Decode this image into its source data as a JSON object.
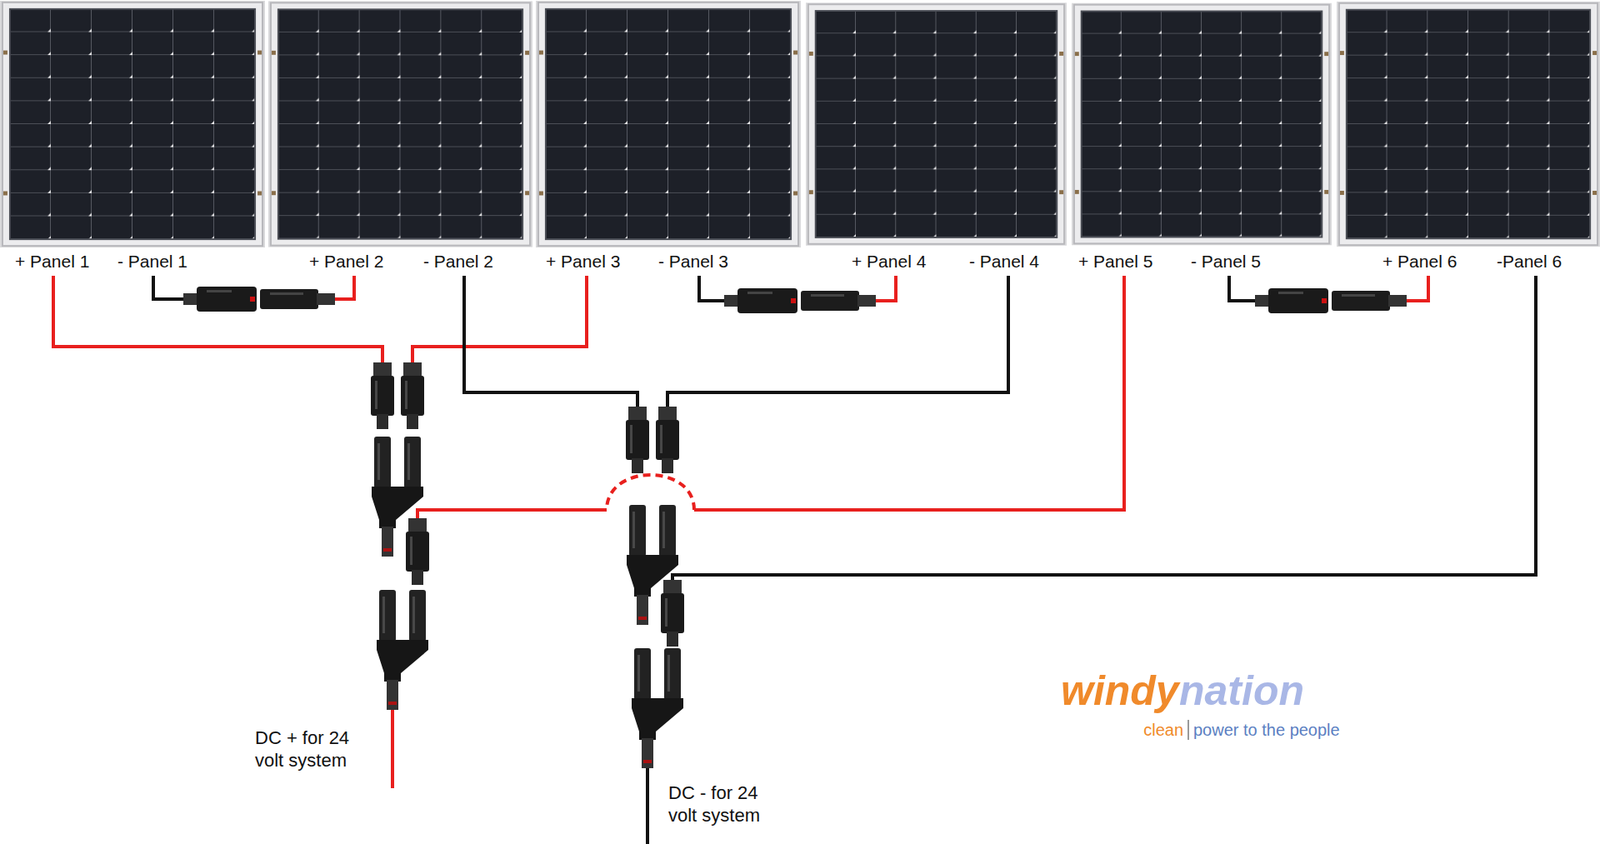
{
  "diagram": {
    "labels": [
      "+ Panel 1",
      "- Panel 1",
      "+ Panel 2",
      "- Panel 2",
      "+ Panel 3",
      "- Panel 3",
      "+ Panel 4",
      "- Panel 4",
      "+ Panel 5",
      "- Panel 5",
      "+ Panel 6",
      "-Panel 6",
      "DC + for 24 volt system",
      "DC - for 24 volt system",
      "windy",
      "nation",
      "clean",
      "power to the people"
    ]
  }
}
